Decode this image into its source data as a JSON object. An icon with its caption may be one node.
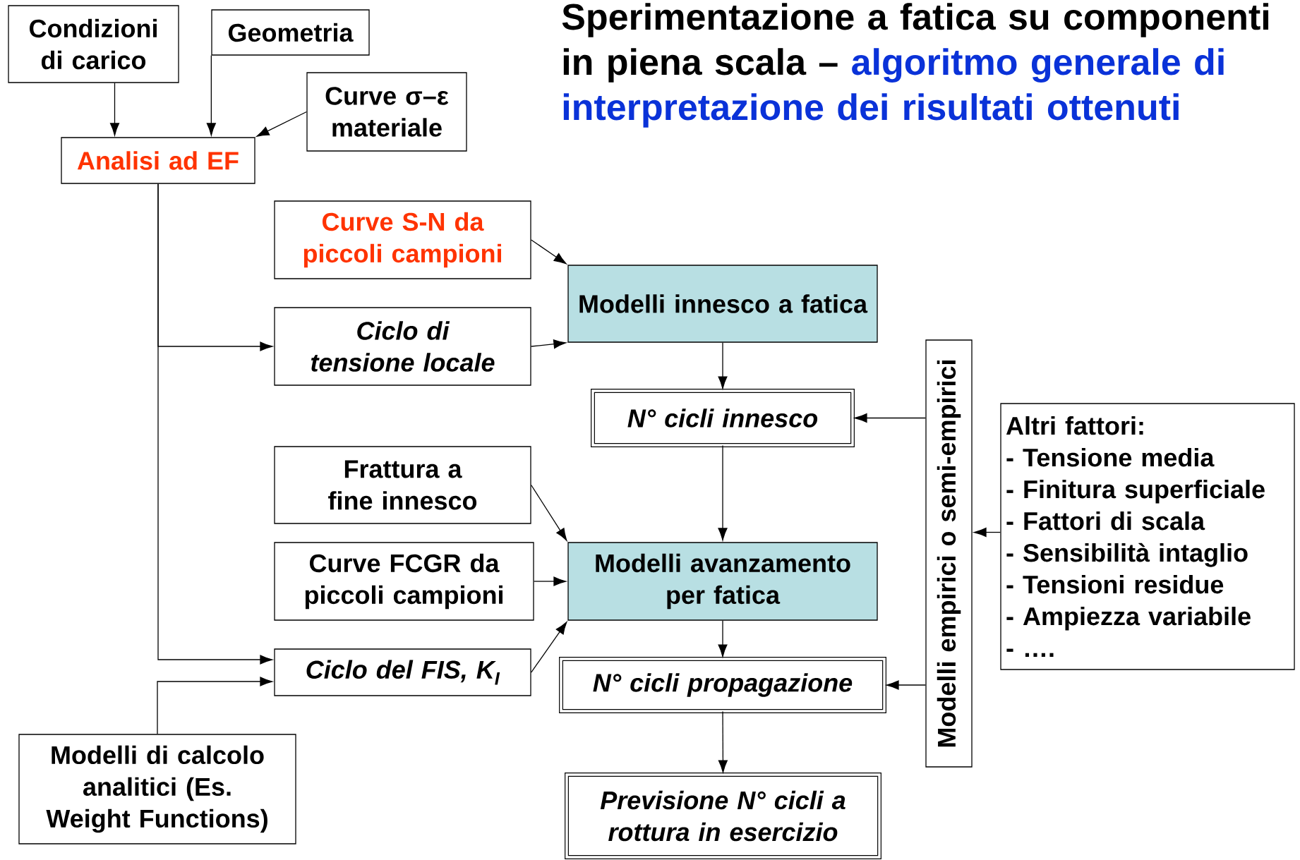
{
  "diagram": {
    "title": "Sperimentazione a fatica su componenti in piena scala –",
    "nodes": [
      {
        "text": [
          "Condizioni di carico"
        ]
      },
      {
        "text": [
          "Geometria"
        ]
      },
      {
        "text": [
          "Curve σ–ε materiale"
        ]
      },
      {
        "text": [
          "Analisi ad EF"
        ]
      },
      {
        "text": [
          "Curve S-N da piccoli campioni"
        ]
      },
      {
        "text": [
          "Ciclo di tensione locale"
        ]
      },
      {
        "text": [
          "Modelli innesco a fatica"
        ]
      },
      {
        "text": [
          "N° cicli innesco"
        ]
      },
      {
        "text": [
          "Frattura a fine innesco"
        ]
      },
      {
        "text": [
          "Curve FCGR da piccoli campioni"
        ]
      },
      {
        "text": [
          "Modelli avanzamento per fatica"
        ]
      },
      {
        "text": [
          "Ciclo del FIS, K$_{I}$"
        ]
      },
      {
        "text": [
          "N° cicli propagazione"
        ]
      },
      {
        "text": [
          "Modelli di calcolo analitici (Es. Weight Functions)"
        ]
      },
      {
        "text": [
          "Previsione N° cicli a rottura in esercizio"
        ]
      },
      {
        "text": [
          "Modelli empirici o semi-empirici"
        ]
      },
      {
        "text": [
          "Altri fattori:",
          "- Tensione media",
          "- Finitura superficiale",
          "- Fattori di scala",
          "- Sensibilità intaglio",
          "- Tensioni residue",
          "- Ampiezza variabile",
          "- …."
        ]
      }
    ],
    "edges": [
      {
        "from": 0,
        "to": 3,
        "arrow": "to"
      },
      {
        "from": 1,
        "to": 3,
        "arrow": "to"
      },
      {
        "from": 2,
        "to": 3,
        "arrow": "to"
      },
      {
        "from": 3,
        "to": 5,
        "arrow": "to"
      },
      {
        "from": 3,
        "to": 11,
        "arrow": "to"
      },
      {
        "from": 13,
        "to": 11,
        "arrow": "to"
      },
      {
        "from": 4,
        "to": 6,
        "arrow": "to"
      },
      {
        "from": 5,
        "to": 6,
        "arrow": "to"
      },
      {
        "from": 6,
        "to": 7,
        "arrow": "to"
      },
      {
        "from": 7,
        "to": 10,
        "arrow": "to"
      },
      {
        "from": 8,
        "to": 10,
        "arrow": "to"
      },
      {
        "from": 9,
        "to": 10,
        "arrow": "to"
      },
      {
        "from": 11,
        "to": 10,
        "arrow": "to"
      },
      {
        "from": 10,
        "to": 12,
        "arrow": "to"
      },
      {
        "from": 12,
        "to": 14,
        "arrow": "to"
      },
      {
        "from": 15,
        "to": 7,
        "arrow": "to"
      },
      {
        "from": 15,
        "to": 12,
        "arrow": "to"
      },
      {
        "from": 16,
        "to": 15,
        "arrow": "to"
      }
    ],
    "labels": [
      "algoritmo generale di interpretazione dei risultati ottenuti"
    ]
  }
}
